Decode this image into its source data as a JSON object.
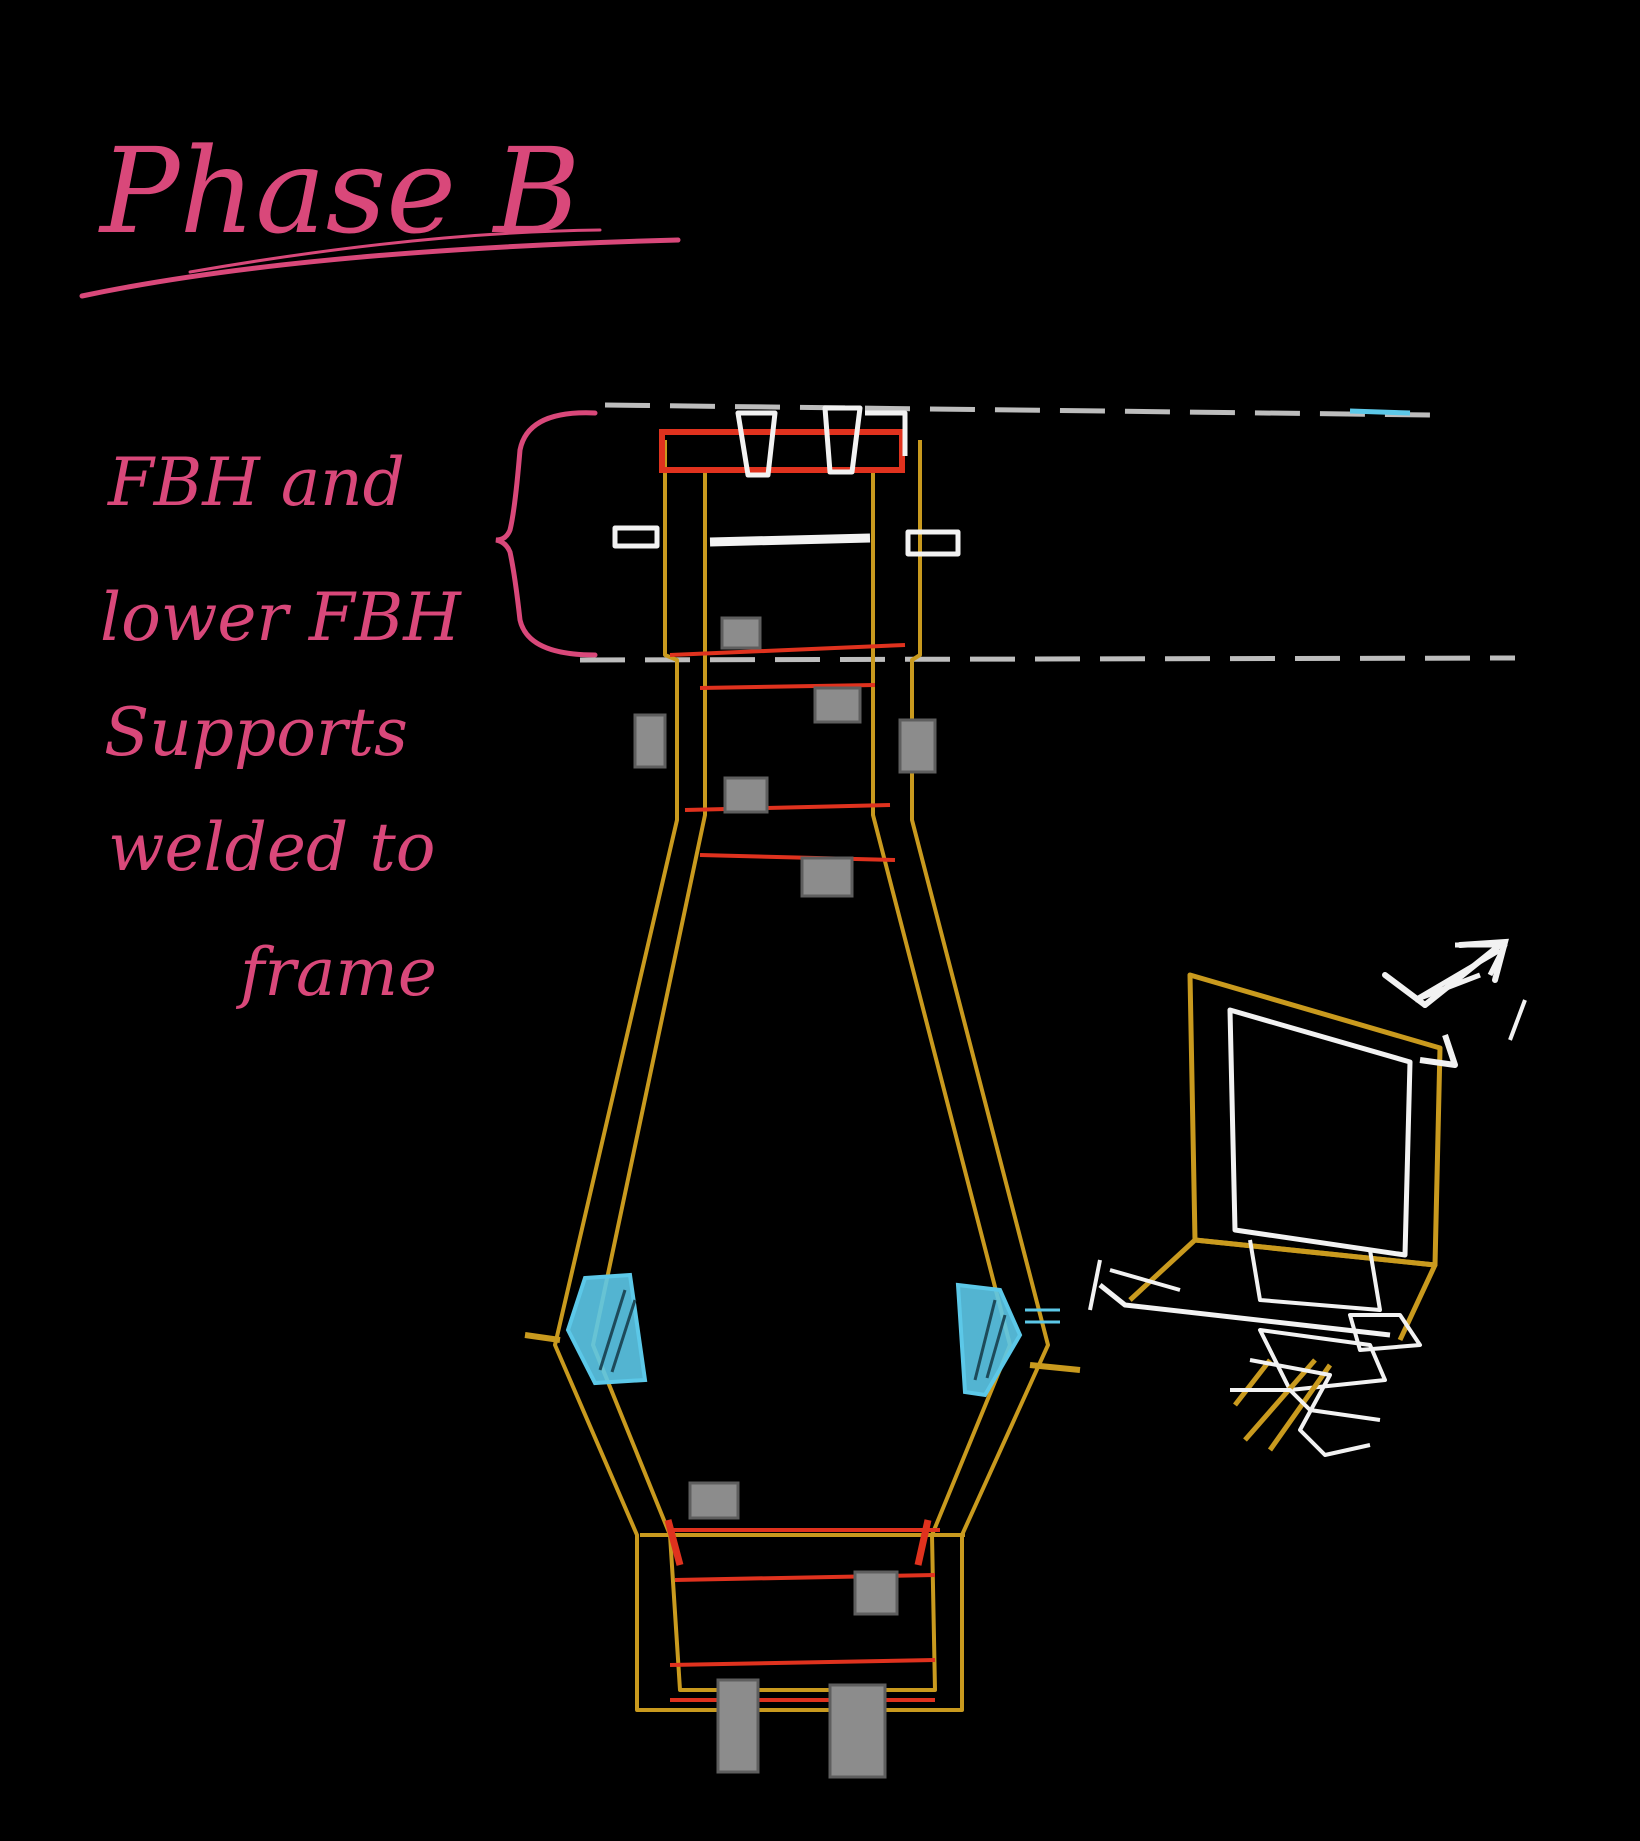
{
  "title": "Phase B",
  "note_lines": [
    "FBH and",
    "lower FBH",
    "Supports",
    "welded to",
    "frame"
  ],
  "colors": {
    "background": "#000000",
    "handwriting": "#d9487a",
    "frame": "#c99a1e",
    "support_bars": "#e0321e",
    "plates": "#8c8c8c",
    "fbh": "#f2f2f2",
    "cyan_parts": "#5cc8e8",
    "reference_lines": "#bdbdbd"
  }
}
